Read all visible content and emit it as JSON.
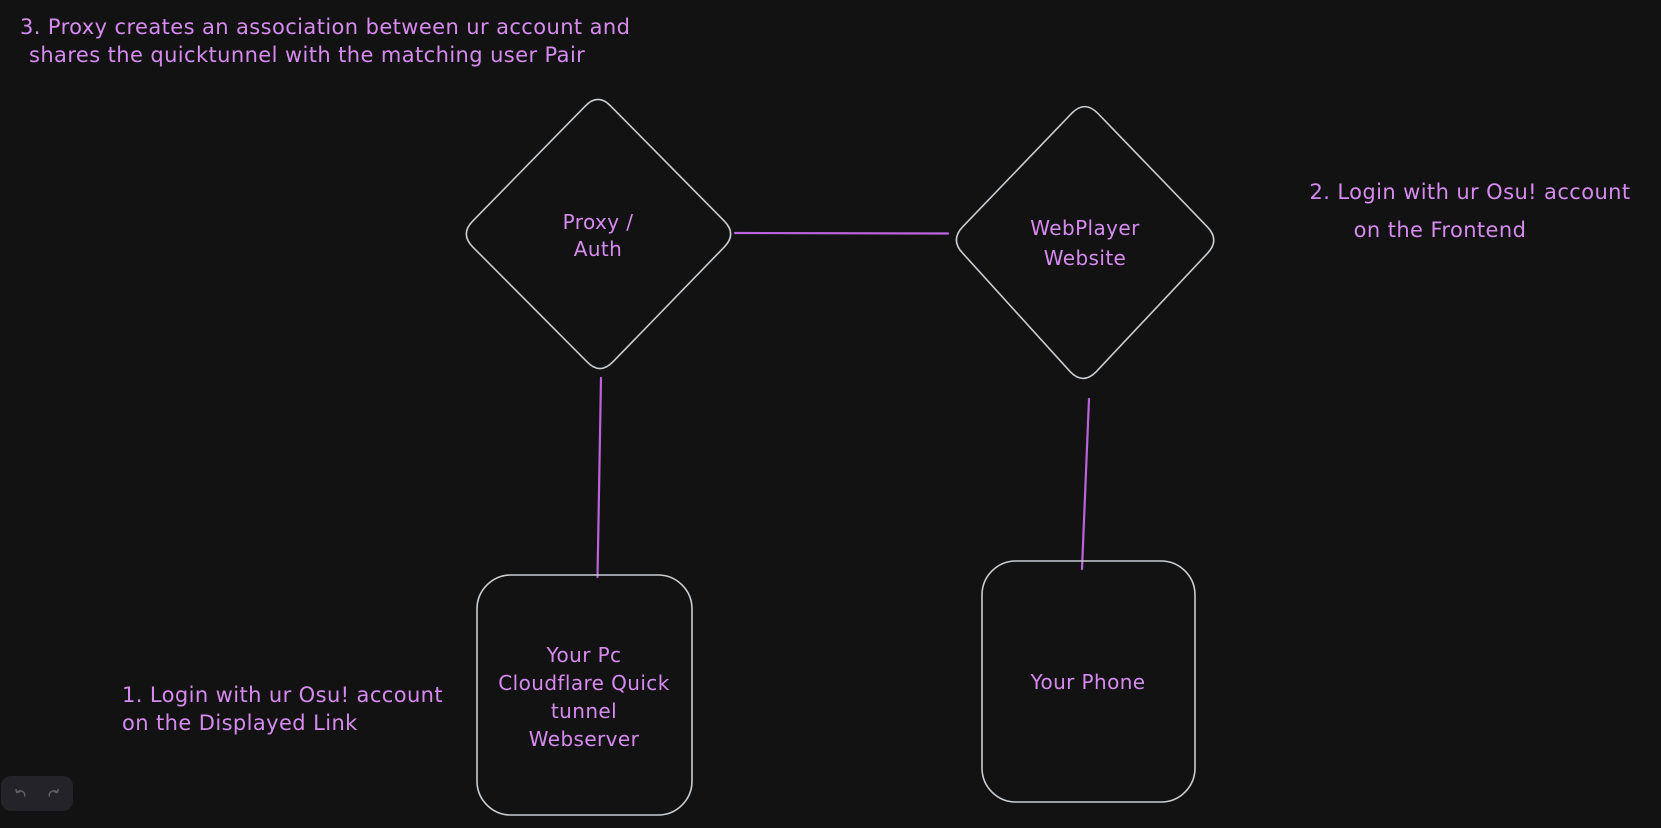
{
  "app": {
    "name": "whiteboard-canvas"
  },
  "colors": {
    "bg": "#121212",
    "shape_stroke": "#c9ced3",
    "text_purple": "#d78af0",
    "line_purple": "#bb63dd",
    "panel_bg": "#232329",
    "icon_gray": "#63636b"
  },
  "nodes": [
    {
      "id": "proxy-auth",
      "shape": "diamond",
      "label_lines": [
        "Proxy /",
        "Auth"
      ]
    },
    {
      "id": "webplayer-website",
      "shape": "diamond",
      "label_lines": [
        "WebPlayer",
        "Website"
      ]
    },
    {
      "id": "your-pc",
      "shape": "rectangle",
      "label_lines": [
        "Your Pc",
        "Cloudflare Quick",
        "tunnel",
        "Webserver"
      ]
    },
    {
      "id": "your-phone",
      "shape": "rectangle",
      "label_lines": [
        "Your Phone"
      ]
    }
  ],
  "edges": [
    {
      "id": "proxy-to-webplayer",
      "from": "proxy-auth",
      "to": "webplayer-website"
    },
    {
      "id": "proxy-to-yourpc",
      "from": "proxy-auth",
      "to": "your-pc"
    },
    {
      "id": "webplayer-to-phone",
      "from": "webplayer-website",
      "to": "your-phone"
    }
  ],
  "annotations": [
    {
      "id": "step-3",
      "lines": [
        "3. Proxy creates an association between ur account and",
        "shares the quicktunnel with the matching user Pair"
      ]
    },
    {
      "id": "step-2",
      "lines": [
        "2. Login with ur Osu! account",
        "on the Frontend"
      ]
    },
    {
      "id": "step-1",
      "lines": [
        "1. Login with ur Osu! account",
        "on the Displayed Link"
      ]
    }
  ],
  "toolbar": {
    "undo_icon": "undo-arrow",
    "redo_icon": "redo-arrow"
  }
}
